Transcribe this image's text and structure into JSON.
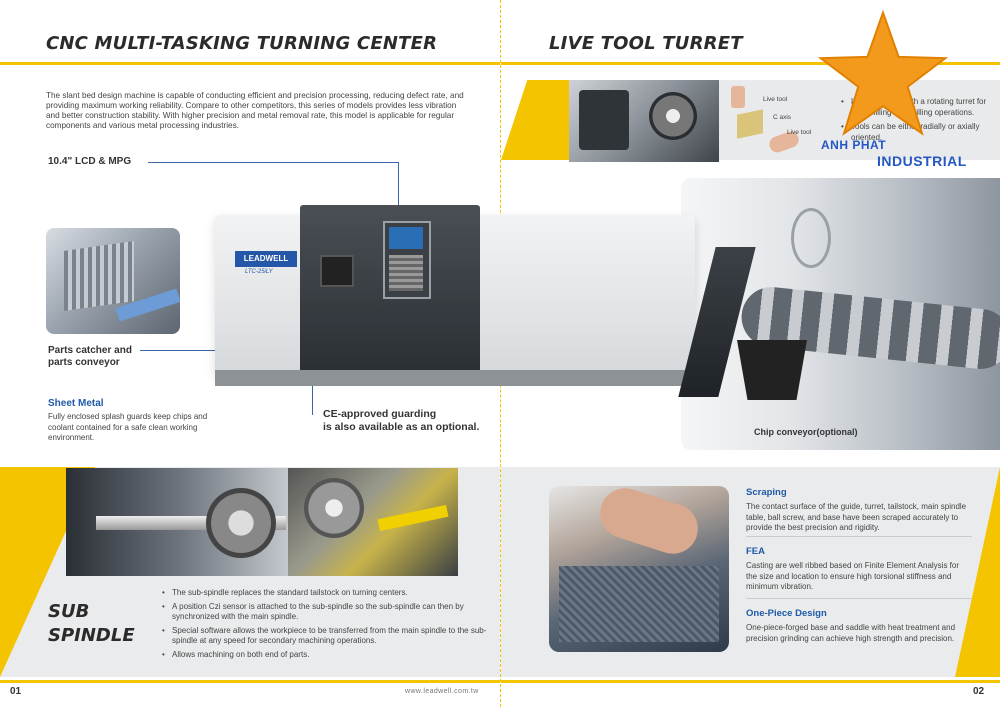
{
  "left_page": {
    "title": "CNC MULTI-TASKING TURNING CENTER",
    "intro": "The slant bed design machine is capable of conducting efficient and precision processing, reducing defect rate, and providing maximum working reliability. Compare to other competitors, this series of models provides less vibration and better construction stability. With higher precision and metal removal rate, this model is applicable for regular components and various metal processing industries.",
    "callouts": {
      "lcd": "10.4\" LCD & MPG",
      "parts_line1": "Parts catcher and",
      "parts_line2": "parts conveyor",
      "ce_line1": "CE-approved guarding",
      "ce_line2": "is also available as an optional."
    },
    "machine_logo": "LEADWELL",
    "machine_model": "LTC-25iLY",
    "sheet_metal": {
      "title": "Sheet Metal",
      "text": "Fully enclosed splash guards keep chips and coolant contained for a safe clean working environment."
    },
    "sub_spindle": {
      "title_line1": "SUB",
      "title_line2": "SPINDLE",
      "bullets": [
        "The sub-spindle replaces the standard tailstock on turning centers.",
        "A position Czi sensor is attached to the sub-spindle so the sub-spindle can then by synchronized with the main spindle.",
        "Special software allows the workpiece to be transferred from the main spindle to the sub-spindle at any speed for secondary machining operations.",
        "Allows machining on both end of parts."
      ]
    },
    "website": "www.leadwell.com.tw",
    "page_number": "01"
  },
  "right_page": {
    "title": "LIVE TOOL TURRET",
    "diagram_labels": {
      "live_tool_top": "Live tool",
      "c_axis": "C axis",
      "live_tool_bottom": "Live tool"
    },
    "turret_bullets": [
      "Live tool turret with a rotating turret for both milling and drilling operations.",
      "Tools can be either radially or axially oriented."
    ],
    "watermark": {
      "line1": "ANH PHAT",
      "line2": "INDUSTRIAL",
      "star_color": "#f39a1d"
    },
    "chip_conveyor": "Chip conveyor(optional)",
    "features": [
      {
        "title": "Scraping",
        "text": "The contact surface of the guide, turret, tailstock, main spindle table, ball screw, and base have been scraped accurately to provide the best precision and rigidity."
      },
      {
        "title": "FEA",
        "text": "Casting are well ribbed based on Finite Element Analysis for the size and location to ensure high torsional stiffness and minimum vibration."
      },
      {
        "title": "One-Piece Design",
        "text": "One-piece-forged base and saddle with heat treatment and precision grinding can achieve high strength and precision."
      }
    ],
    "page_number": "02"
  },
  "colors": {
    "accent_yellow": "#f5c400",
    "heading_blue": "#1e5aa8"
  }
}
